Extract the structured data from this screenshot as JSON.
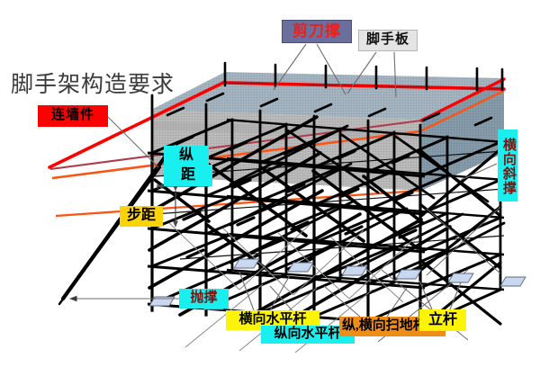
{
  "slide": {
    "title": "脚手架构造要求",
    "background_color": "#ffffff"
  },
  "labels": [
    {
      "id": "jiandaocheng",
      "text": "剪刀撑",
      "fill": "#6b6f9e",
      "text_color": "#e8221c",
      "orientation": "horizontal",
      "position": "top-center"
    },
    {
      "id": "jiaoshouban",
      "text": "脚手板",
      "fill": "#e4e4e4",
      "text_color": "#111111",
      "orientation": "horizontal",
      "position": "top-center-right"
    },
    {
      "id": "lianqiangjian",
      "text": "连墙件",
      "fill": "#fe0000",
      "text_color": "#000000",
      "orientation": "horizontal",
      "position": "left-upper"
    },
    {
      "id": "zong",
      "text": "纵",
      "fill": "#19efef",
      "text_color": "#000000",
      "orientation": "horizontal",
      "position": "left-mid-upper"
    },
    {
      "id": "ju",
      "text": "距",
      "fill": "#19efef",
      "text_color": "#000000",
      "orientation": "horizontal",
      "position": "left-mid-upper"
    },
    {
      "id": "buju",
      "text": "步距",
      "fill": "#fcd307",
      "text_color": "#000000",
      "orientation": "horizontal",
      "position": "left-mid"
    },
    {
      "id": "paocheng",
      "text": "抛撑",
      "fill": "#19efef",
      "text_color": "#7a1410",
      "orientation": "horizontal",
      "position": "bottom-left"
    },
    {
      "id": "hengxiangshuipinggan",
      "text": "横向水平杆",
      "fill": "#fcf404",
      "text_color": "#000000",
      "orientation": "horizontal",
      "position": "bottom-center"
    },
    {
      "id": "zongxiangshuipinggan",
      "text": "纵向水平杆",
      "fill": "#19efef",
      "text_color": "#000000",
      "orientation": "horizontal",
      "position": "bottom-center"
    },
    {
      "id": "saodigan",
      "text": "纵,横向扫地杆",
      "fill": "#f08c18",
      "text_color": "#000000",
      "orientation": "horizontal",
      "position": "bottom-right"
    },
    {
      "id": "ligan",
      "text": "立杆",
      "fill": "#fcf404",
      "text_color": "#000000",
      "orientation": "horizontal",
      "position": "bottom-right"
    },
    {
      "id": "hengxiangxiecheng",
      "text": "横向斜撑",
      "fill": "#19efef",
      "text_color": "#7a1410",
      "orientation": "vertical",
      "position": "right-mid"
    }
  ],
  "diagram": {
    "subject": "scaffold-isometric",
    "colors": {
      "pole": "#000000",
      "guardrail_top": "#fe0000",
      "guardrail_mid": "#fb5414",
      "mesh_front": "#b4b4b4",
      "mesh_right": "#7e97a8",
      "base_plate": "#c9d7ef",
      "leader": "#6e6e6e"
    },
    "elements": [
      "vertical-poles",
      "longitudinal-horizontal-tubes",
      "transverse-horizontal-tubes",
      "diagonal-cross-bracing",
      "inclined-outrigger-brace",
      "scaffold-boards-deck",
      "safety-mesh-panels",
      "top-guardrails",
      "base-plates"
    ]
  }
}
